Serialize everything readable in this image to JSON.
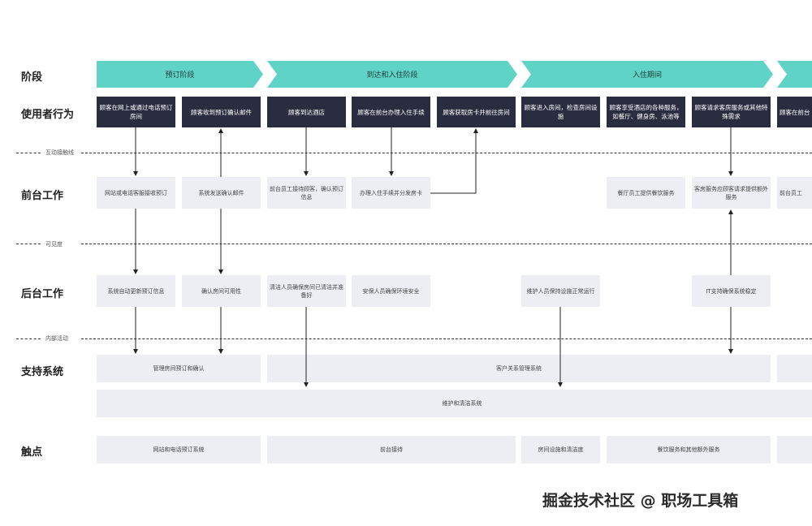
{
  "rows": {
    "phase": "阶段",
    "user_action": "使用者行为",
    "frontstage": "前台工作",
    "backstage": "后台工作",
    "support": "支持系统",
    "touchpoint": "触点"
  },
  "lines": {
    "interaction": "互动接触线",
    "visibility": "可见度",
    "internal": "内部活动"
  },
  "phases": [
    "预订阶段",
    "到达和入住阶段",
    "入住期间"
  ],
  "user_actions": [
    "顾客在网上或通过电话预订房间",
    "顾客收到预订确认邮件",
    "顾客到达酒店",
    "顾客在前台办理入住手续",
    "顾客获取房卡并前往房间",
    "顾客进入房间，检查房间设施",
    "顾客享受酒店的各种服务，如餐厅、健身房、泳池等",
    "顾客请求客房服务或其他特殊需求",
    "顾客在前台"
  ],
  "frontstage": [
    "网站或电话客服接收预订",
    "系统发送确认邮件",
    "前台员工接待顾客，确认预订信息",
    "办理入住手续并分发房卡",
    "餐厅员工提供餐饮服务",
    "客房服务应顾客请求提供额外服务",
    "前台员工"
  ],
  "backstage": [
    "系统自动更新预订信息",
    "确认房间可用性",
    "清洁人员确保房间已清洁并准备好",
    "安保人员确保环境安全",
    "维护人员保持设施正常运行",
    "IT支持确保系统稳定"
  ],
  "support": {
    "booking": "管理房间预订和确认",
    "crm": "客户关系管理系统",
    "maintenance": "维护和清洁系统"
  },
  "touchpoints": [
    "网站和电话预订系统",
    "前台接待",
    "房间设施和清洁度",
    "餐饮服务和其他额外服务"
  ],
  "watermark": "掘金技术社区 @ 职场工具箱",
  "colors": {
    "phase": "#5fd3c6",
    "action": "#2a2c40",
    "card": "#edeef3"
  }
}
